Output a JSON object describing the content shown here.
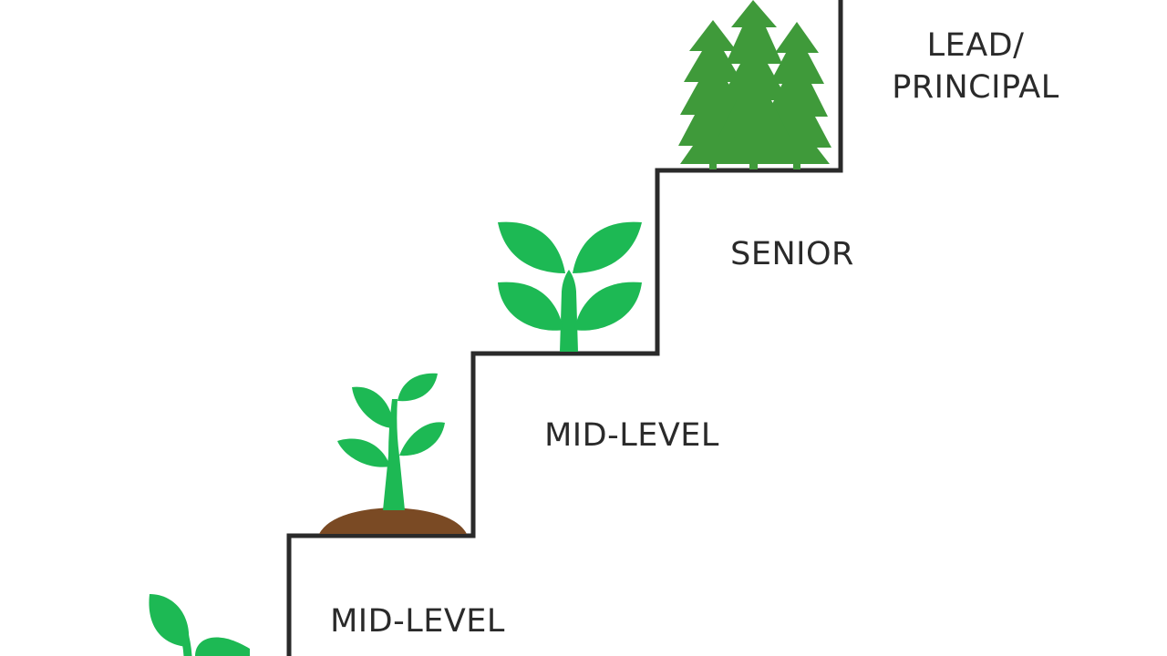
{
  "diagram": {
    "levels": [
      {
        "label": "MID-LEVEL",
        "illustration": "two-leaf-sprout-icon"
      },
      {
        "label": "MID-LEVEL",
        "illustration": "sapling-in-soil-icon"
      },
      {
        "label": "SENIOR",
        "illustration": "young-plant-icon"
      },
      {
        "label_lines": [
          "LEAD/",
          "PRINCIPAL"
        ],
        "illustration": "pine-trees-icon"
      }
    ],
    "colors": {
      "stairs": "#2a2a2a",
      "leaf": "#1db954",
      "pine": "#3f9a3a",
      "soil": "#7a4a24",
      "text": "#2a2a2a"
    }
  }
}
